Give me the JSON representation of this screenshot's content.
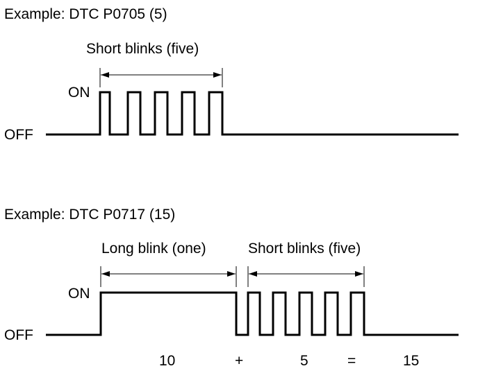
{
  "example1": {
    "title": "Example: DTC P0705 (5)",
    "short_label": "Short blinks (five)",
    "on_label": "ON",
    "off_label": "OFF",
    "short_blinks": 5
  },
  "example2": {
    "title": "Example: DTC P0717 (15)",
    "long_label": "Long blink (one)",
    "short_label": "Short blinks (five)",
    "on_label": "ON",
    "off_label": "OFF",
    "long_blinks": 1,
    "short_blinks": 5,
    "sum": {
      "long_value": "10",
      "plus": "+",
      "short_value": "5",
      "equals": "=",
      "total": "15"
    }
  },
  "colors": {
    "line": "#000000",
    "background": "#ffffff"
  }
}
